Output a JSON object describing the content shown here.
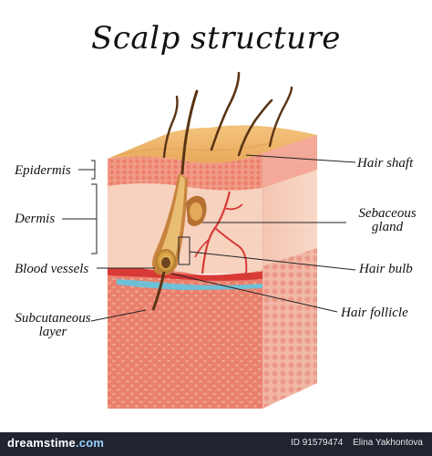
{
  "title": "Scalp structure",
  "labels": {
    "epidermis": "Epidermis",
    "dermis": "Dermis",
    "blood_vessels": "Blood vessels",
    "subcutaneous_line1": "Subcutaneous",
    "subcutaneous_line2": "layer",
    "hair_shaft": "Hair shaft",
    "sebaceous_line1": "Sebaceous",
    "sebaceous_line2": "gland",
    "hair_bulb": "Hair bulb",
    "hair_follicle": "Hair follicle"
  },
  "footer": {
    "brand_main": "dreamstime",
    "brand_suffix": ".com",
    "id_text": "ID 91579474",
    "author": "Elina Yakhontova"
  },
  "colors": {
    "skin_top": "#efb56a",
    "epidermis": "#f08a7a",
    "dermis": "#f7d2bf",
    "side_face": "#f6c9b4",
    "fat_cell": "#e9806d",
    "vessel_red": "#d83a36",
    "vessel_blue": "#6fc0d6",
    "hair": "#5a3414",
    "footer_bg": "#1f2430"
  }
}
